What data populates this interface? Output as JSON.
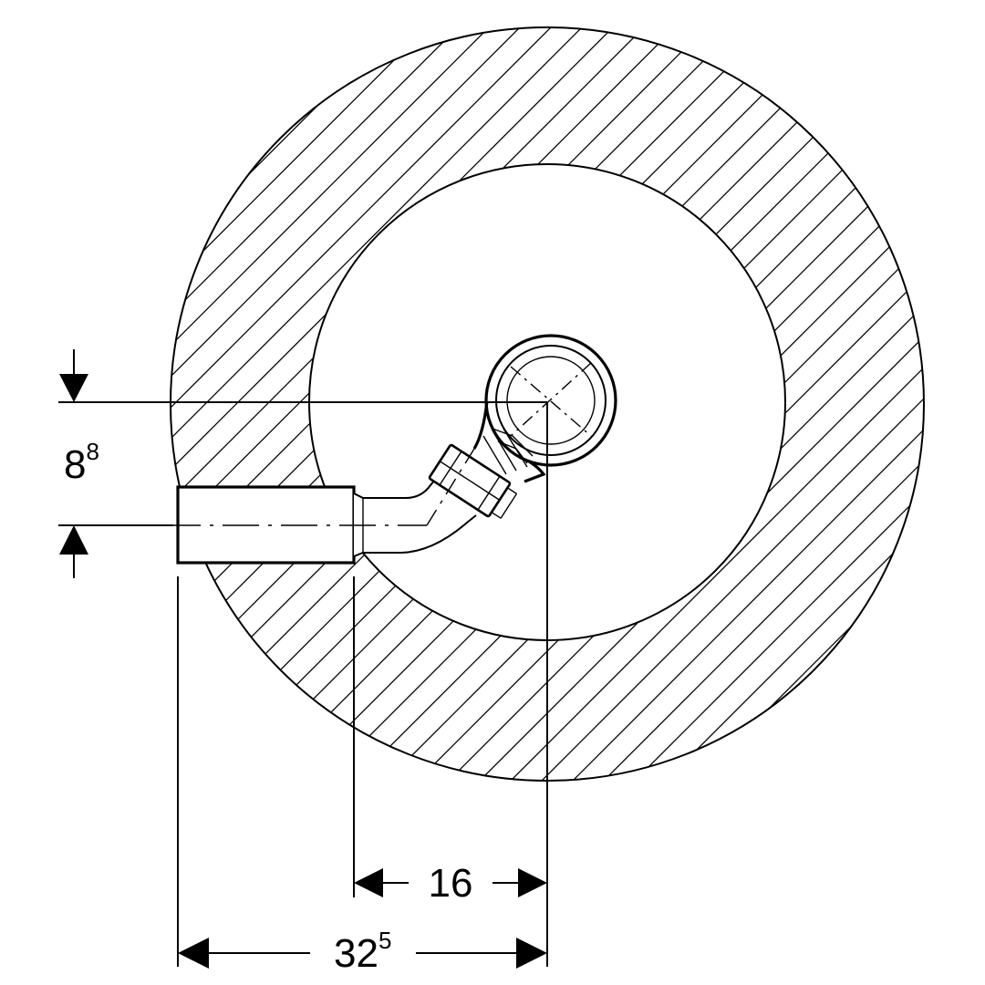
{
  "dimensions": {
    "vertical_offset": {
      "main": "8",
      "sup": "8"
    },
    "horizontal_inner": {
      "main": "16",
      "sup": ""
    },
    "horizontal_total": {
      "main": "32",
      "sup": "5"
    }
  }
}
